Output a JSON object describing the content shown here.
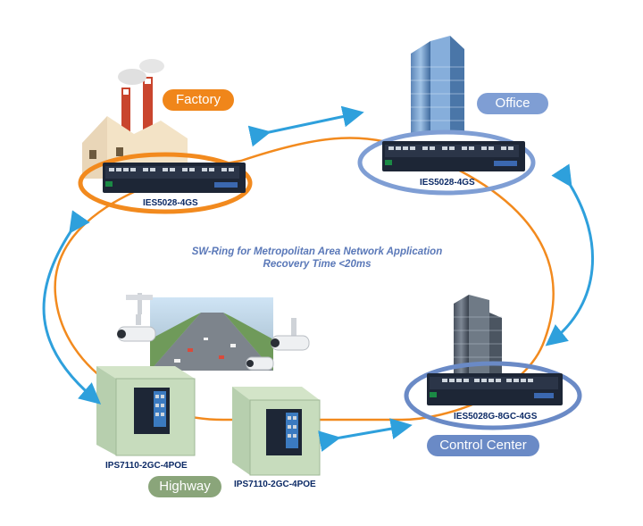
{
  "title": {
    "line1": "SW-Ring for Metropolitan Area Network Application",
    "line2": "Recovery Time <20ms"
  },
  "nodes": {
    "factory": {
      "label": "Factory",
      "model": "IES5028-4GS"
    },
    "office": {
      "label": "Office",
      "model": "IES5028-4GS"
    },
    "control_center": {
      "label": "Control Center",
      "model": "IES5028G-8GC-4GS"
    },
    "highway": {
      "label": "Highway",
      "model_1": "IPS7110-2GC-4POE",
      "model_2": "IPS7110-2GC-4POE"
    }
  },
  "colors": {
    "ring": "#f28a1e",
    "factory_pill": "#f0861a",
    "office_pill": "#7f9ed4",
    "control_pill": "#6a8ac6",
    "highway_pill": "#8aa57a",
    "arrow": "#2ea0dc",
    "switch_body": "#1d2636"
  },
  "icons": [
    "factory-building-icon",
    "office-tower-icon",
    "control-center-building-icon",
    "cctv-camera-icon",
    "highway-road-icon",
    "network-switch-icon",
    "outdoor-cabinet-icon"
  ]
}
